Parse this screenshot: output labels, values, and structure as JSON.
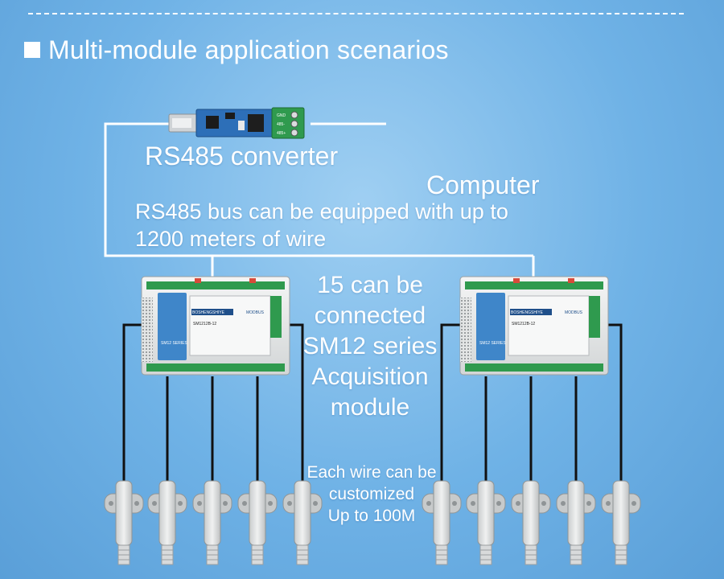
{
  "heading": {
    "text": "Multi-module application scenarios"
  },
  "labels": {
    "converter": "RS485 converter",
    "computer": "Computer",
    "bus_line1": "RS485 bus can be equipped with up to",
    "bus_line2": "1200 meters of wire",
    "modules_lines": [
      "15 can be",
      "connected",
      "SM12 series",
      "Acquisition",
      "module"
    ],
    "wire_lines": [
      "Each wire can be",
      "customized",
      "Up to 100M"
    ]
  },
  "converter_device": {
    "terminal_labels": [
      "GND",
      "485-",
      "485+"
    ]
  },
  "modules": [
    {
      "brand": "BOSHENGSHIYE",
      "protocol": "MODBUS",
      "model": "SM1212B-12",
      "series": "SM12 SERIES"
    },
    {
      "brand": "BOSHENGSHIYE",
      "protocol": "MODBUS",
      "model": "SM1212B-12",
      "series": "SM12 SERIES"
    }
  ],
  "colors": {
    "background": "#7fbaea",
    "wire_white": "#ffffff",
    "cable_black": "#111111",
    "module_body": "#e8eaea",
    "terminal_green": "#2f9a4e",
    "panel_blue": "#3f86c9",
    "pcb_blue": "#2d6fb8"
  },
  "icons": [
    "usb-rs485-converter-icon",
    "acquisition-module-icon",
    "temperature-humidity-sensor-icon"
  ]
}
